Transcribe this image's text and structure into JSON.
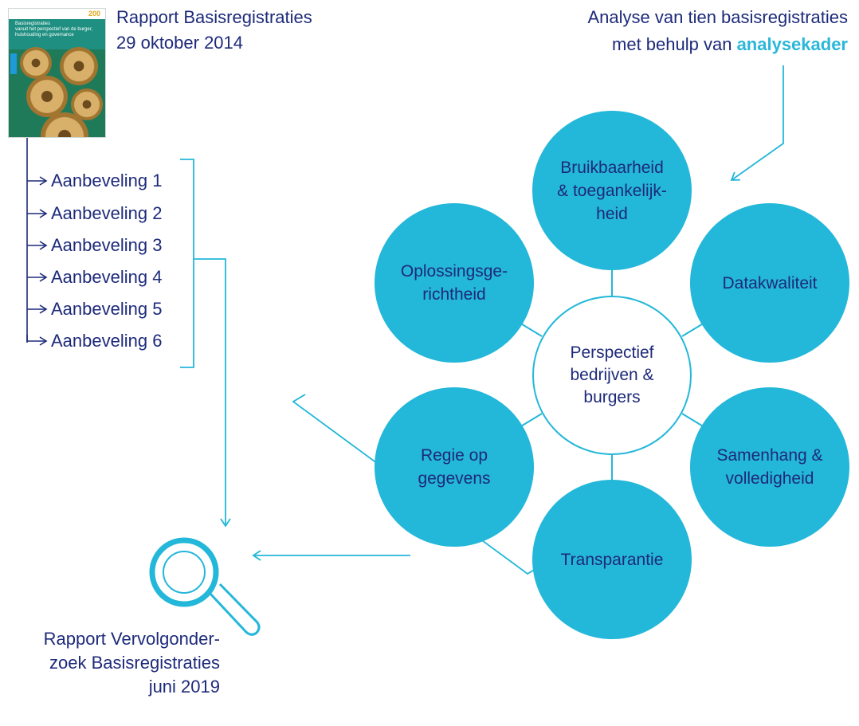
{
  "report": {
    "title": "Rapport Basisregistraties",
    "date": "29 oktober 2014",
    "cover_title": "Basisregistraties",
    "cover_subtitle": "vanuit het perspectief van de burger, huishouding en governance",
    "cover_logo": "200"
  },
  "analysis": {
    "line1": "Analyse van tien basisregistraties",
    "line2_prefix": "met behulp van ",
    "line2_keyword": "analysekader"
  },
  "recommendations": [
    "Aanbeveling 1",
    "Aanbeveling 2",
    "Aanbeveling 3",
    "Aanbeveling 4",
    "Aanbeveling 5",
    "Aanbeveling 6"
  ],
  "framework": {
    "center": [
      "Perspectief",
      "bedrijven &",
      "burgers"
    ],
    "top": [
      "Bruikbaarheid",
      "& toegankelijk-",
      "heid"
    ],
    "upper_right": [
      "Datakwaliteit"
    ],
    "lower_right": [
      "Samenhang &",
      "volledigheid"
    ],
    "bottom": [
      "Transparantie"
    ],
    "lower_left": [
      "Regie op",
      "gegevens"
    ],
    "upper_left": [
      "Oplossingsge-",
      "richtheid"
    ]
  },
  "followup": {
    "line1": "Rapport Vervolgonder-",
    "line2": "zoek Basisregistraties",
    "line3": "juni 2019"
  },
  "colors": {
    "navy": "#1d2a7a",
    "cyan": "#23b7d9",
    "accent_text": "#2ab7d9"
  },
  "icons": {
    "search": "magnifier-icon",
    "arrow": "arrow-right-icon"
  }
}
